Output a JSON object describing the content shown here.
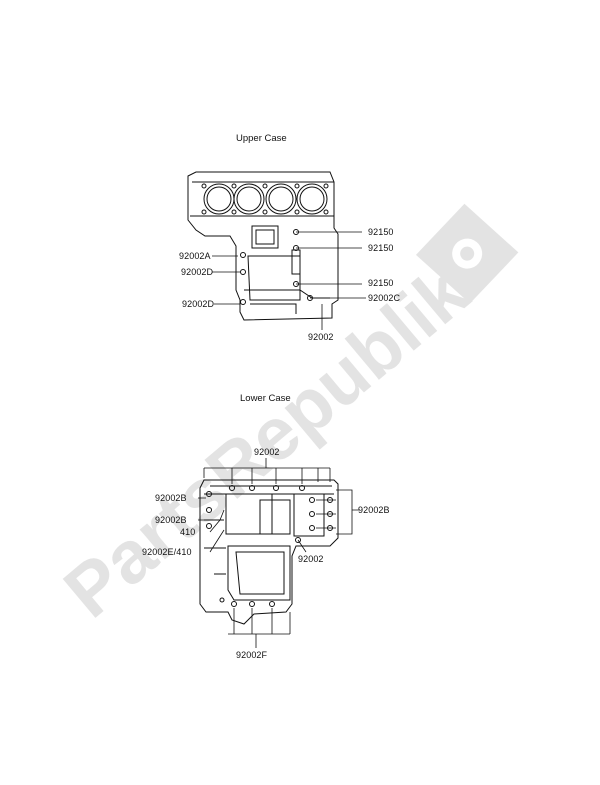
{
  "diagram": {
    "upper_title": "Upper Case",
    "lower_title": "Lower Case",
    "watermark": "PartsRepublik",
    "upper_labels": {
      "a": "92002A",
      "d1": "92002D",
      "d2": "92002D",
      "p1": "92150",
      "p2": "92150",
      "p3": "92150",
      "c": "92002C",
      "b": "92002"
    },
    "lower_labels": {
      "top": "92002",
      "b1": "92002B",
      "b2": "92002B",
      "n410": "410",
      "e410": "92002E/410",
      "br": "92002B",
      "r2": "92002",
      "f": "92002F"
    }
  }
}
